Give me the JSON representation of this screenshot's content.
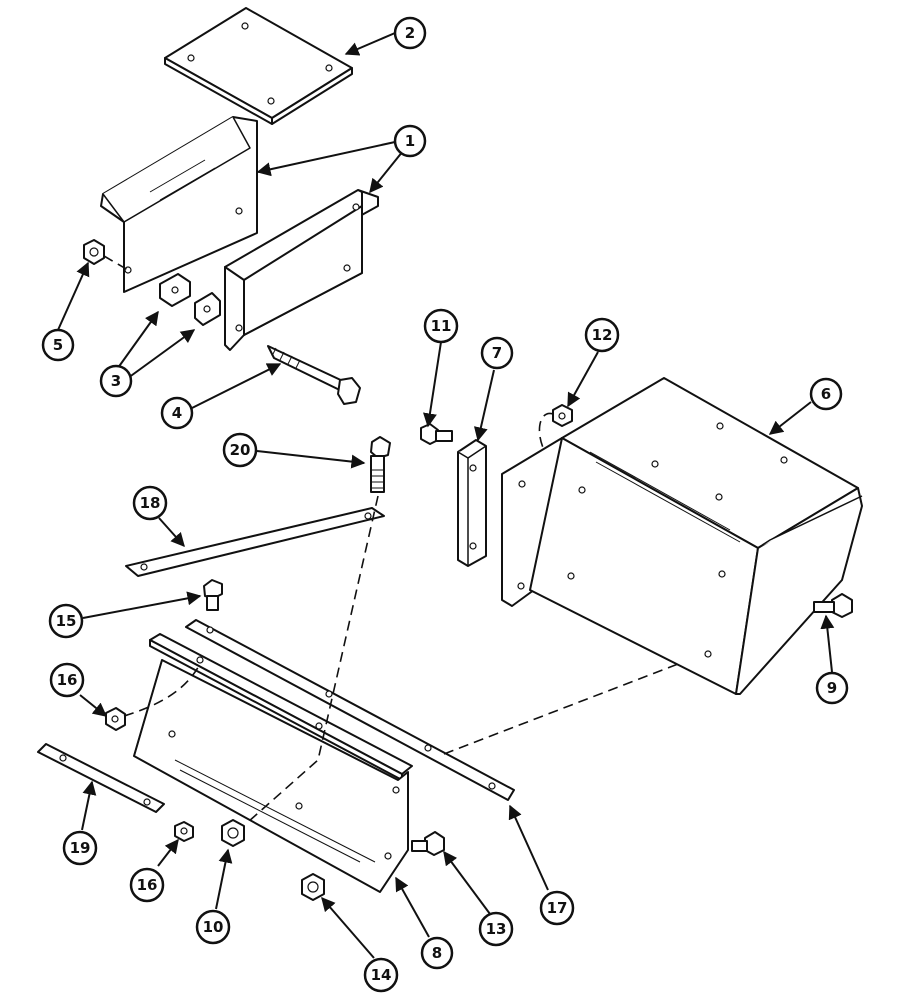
{
  "diagram": {
    "callouts": [
      {
        "id": "c1",
        "label": "1"
      },
      {
        "id": "c2",
        "label": "2"
      },
      {
        "id": "c3",
        "label": "3"
      },
      {
        "id": "c4",
        "label": "4"
      },
      {
        "id": "c5",
        "label": "5"
      },
      {
        "id": "c6",
        "label": "6"
      },
      {
        "id": "c7",
        "label": "7"
      },
      {
        "id": "c8",
        "label": "8"
      },
      {
        "id": "c9",
        "label": "9"
      },
      {
        "id": "c10",
        "label": "10"
      },
      {
        "id": "c11",
        "label": "11"
      },
      {
        "id": "c12",
        "label": "12"
      },
      {
        "id": "c13",
        "label": "13"
      },
      {
        "id": "c14",
        "label": "14"
      },
      {
        "id": "c15",
        "label": "15"
      },
      {
        "id": "c16a",
        "label": "16"
      },
      {
        "id": "c16b",
        "label": "16"
      },
      {
        "id": "c17",
        "label": "17"
      },
      {
        "id": "c18",
        "label": "18"
      },
      {
        "id": "c19",
        "label": "19"
      },
      {
        "id": "c20",
        "label": "20"
      }
    ]
  }
}
